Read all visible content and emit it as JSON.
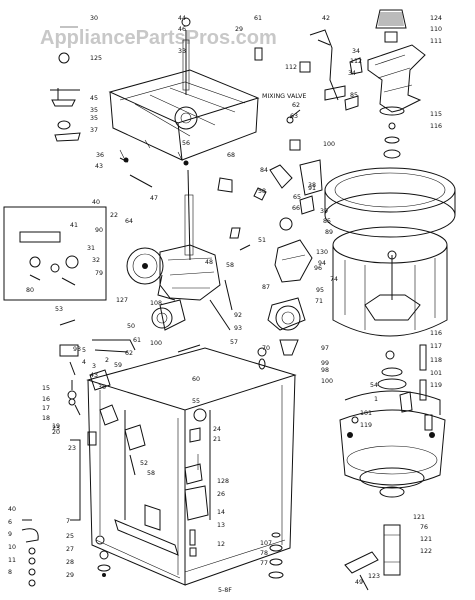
{
  "watermark": "AppliancePartsPros.com",
  "callouts": [
    "30",
    "44",
    "61",
    "42",
    "124",
    "46",
    "29",
    "110",
    "111",
    "112",
    "125",
    "33",
    "45",
    "34",
    "35",
    "112",
    "34",
    "62",
    "63",
    "115",
    "116",
    "35",
    "37",
    "36",
    "43",
    "56",
    "68",
    "100",
    "84",
    "38",
    "39",
    "40",
    "64",
    "58",
    "65",
    "66",
    "85",
    "89",
    "90",
    "41",
    "31",
    "32",
    "79",
    "80",
    "22",
    "47",
    "51",
    "130",
    "94",
    "87",
    "95",
    "71",
    "96",
    "74",
    "127",
    "48",
    "58",
    "91",
    "92",
    "93",
    "57",
    "53",
    "59",
    "50",
    "61",
    "62",
    "93",
    "70",
    "97",
    "99",
    "98",
    "100",
    "116",
    "117",
    "118",
    "101",
    "119",
    "121",
    "60",
    "55",
    "24",
    "43",
    "15",
    "16",
    "17",
    "18",
    "19",
    "20",
    "23",
    "21",
    "23",
    "58",
    "128",
    "26",
    "14",
    "13",
    "12",
    "107",
    "78",
    "77",
    "76",
    "121",
    "122",
    "123",
    "108",
    "49",
    "40",
    "9",
    "10",
    "11",
    "8",
    "6",
    "7",
    "25",
    "27",
    "28",
    "29",
    "101",
    "119",
    "36",
    "85",
    "52",
    "5",
    "4",
    "3",
    "2",
    "1",
    "100",
    "54",
    "117"
  ],
  "misc_text": {
    "mixing_valve": "MIXING VALVE",
    "bottom_code": "5-8F"
  }
}
